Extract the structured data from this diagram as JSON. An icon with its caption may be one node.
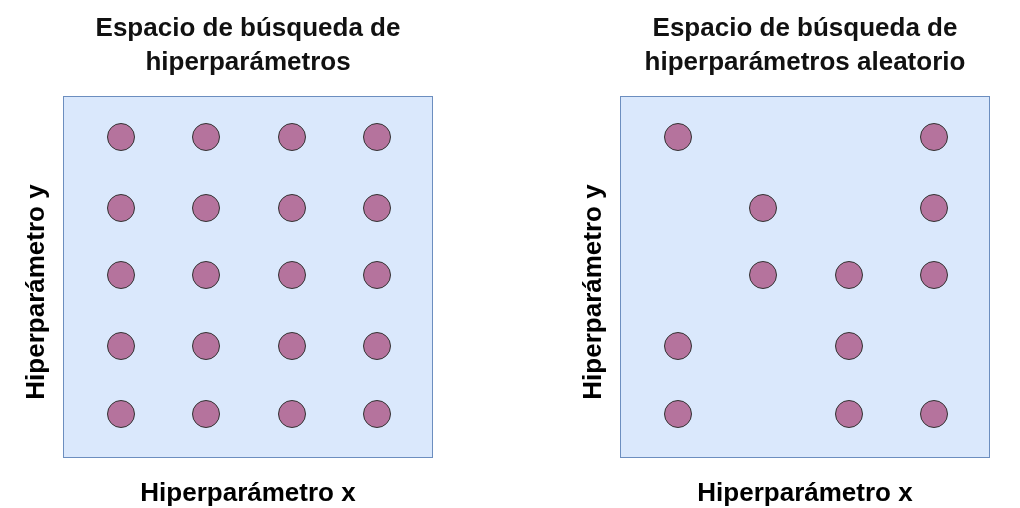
{
  "diagram": {
    "nodes": [
      {
        "text": [
          "Espacio de búsqueda de hiperparámetros"
        ],
        "beside": [
          "Hiperparámetro y",
          "Hiperparámetro x"
        ]
      },
      {
        "text": [],
        "shape": "circle",
        "in": 0
      },
      {
        "text": [],
        "shape": "circle",
        "in": 0
      },
      {
        "text": [],
        "shape": "circle",
        "in": 0
      },
      {
        "text": [],
        "shape": "circle",
        "in": 0
      },
      {
        "text": [],
        "shape": "circle",
        "in": 0
      },
      {
        "text": [],
        "shape": "circle",
        "in": 0
      },
      {
        "text": [],
        "shape": "circle",
        "in": 0
      },
      {
        "text": [],
        "shape": "circle",
        "in": 0
      },
      {
        "text": [],
        "shape": "circle",
        "in": 0
      },
      {
        "text": [],
        "shape": "circle",
        "in": 0
      },
      {
        "text": [],
        "shape": "circle",
        "in": 0
      },
      {
        "text": [],
        "shape": "circle",
        "in": 0
      },
      {
        "text": [],
        "shape": "circle",
        "in": 0
      },
      {
        "text": [],
        "shape": "circle",
        "in": 0
      },
      {
        "text": [],
        "shape": "circle",
        "in": 0
      },
      {
        "text": [],
        "shape": "circle",
        "in": 0
      },
      {
        "text": [],
        "shape": "circle",
        "in": 0
      },
      {
        "text": [],
        "shape": "circle",
        "in": 0
      },
      {
        "text": [],
        "shape": "circle",
        "in": 0
      },
      {
        "text": [],
        "shape": "circle",
        "in": 0
      },
      {
        "text": [
          "Espacio de búsqueda de hiperparámetros aleatorio"
        ],
        "beside": [
          "Hiperparámetro y",
          "Hiperparámetro x"
        ]
      },
      {
        "text": [],
        "shape": "circle",
        "in": 21
      },
      {
        "text": [],
        "shape": "circle",
        "in": 21
      },
      {
        "text": [],
        "shape": "circle",
        "in": 21
      },
      {
        "text": [],
        "shape": "circle",
        "in": 21
      },
      {
        "text": [],
        "shape": "circle",
        "in": 21
      },
      {
        "text": [],
        "shape": "circle",
        "in": 21
      },
      {
        "text": [],
        "shape": "circle",
        "in": 21
      },
      {
        "text": [],
        "shape": "circle",
        "in": 21
      },
      {
        "text": [],
        "shape": "circle",
        "in": 21
      },
      {
        "text": [],
        "shape": "circle",
        "in": 21
      },
      {
        "text": [],
        "shape": "circle",
        "in": 21
      },
      {
        "text": [],
        "shape": "circle",
        "in": 21
      }
    ]
  }
}
